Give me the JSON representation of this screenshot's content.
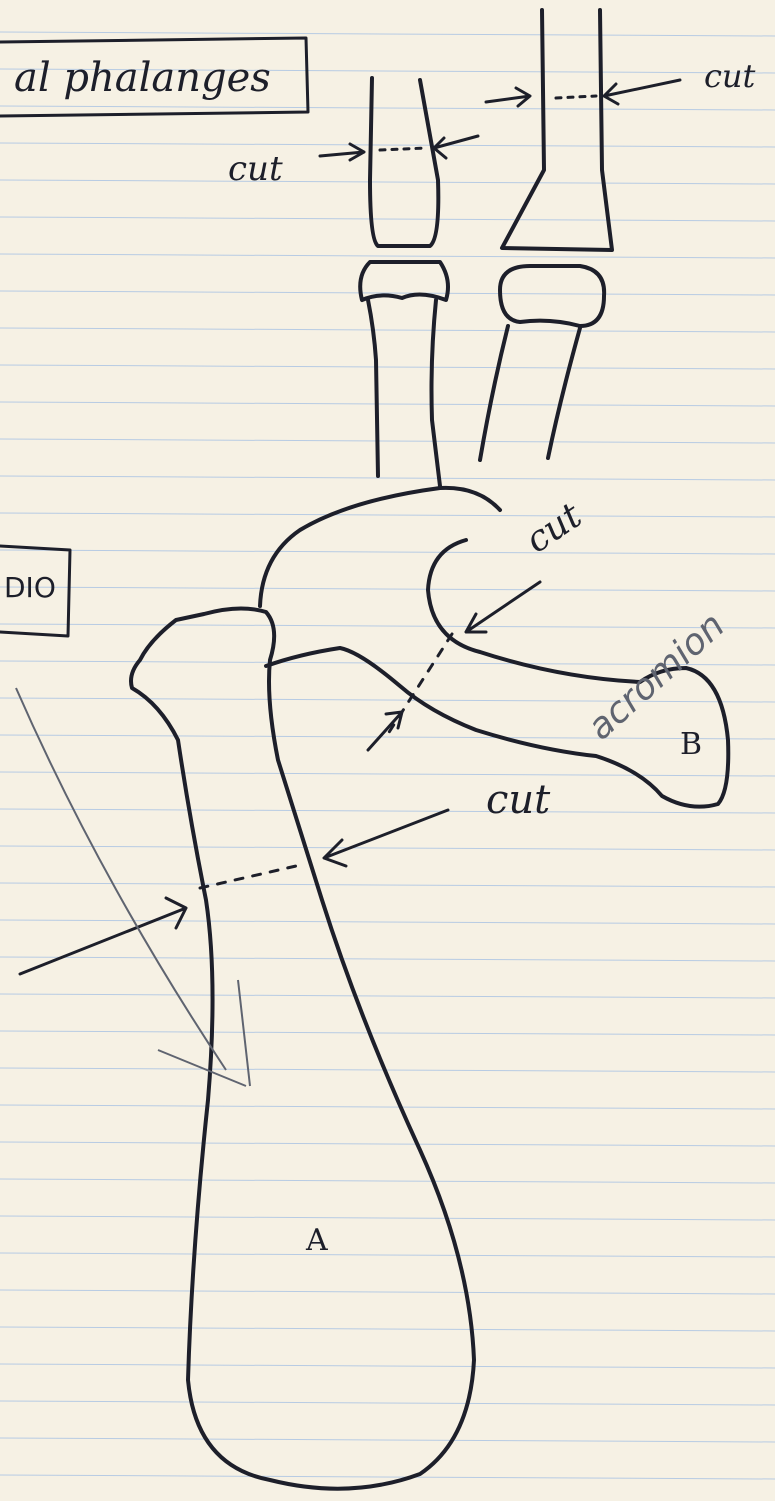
{
  "notebook": {
    "paper_color": "#f6f1e4",
    "rule_color": "#b7cbe3",
    "ink_color": "#1d1f2a",
    "pencil_color": "#5f6470"
  },
  "header_box": {
    "text": "al phalanges"
  },
  "side_box": {
    "text": "DIO"
  },
  "labels": {
    "cut_small_phalanx": "cut",
    "cut_large_phalanx": "cut",
    "cut_acromion": "cut",
    "cut_shaft": "cut",
    "acromion": "acromion",
    "bone_a": "A",
    "bone_b": "B"
  }
}
